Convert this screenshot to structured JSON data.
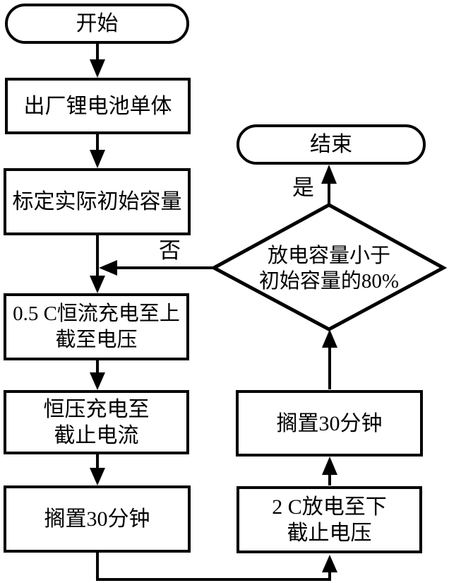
{
  "colors": {
    "ink": "#000000",
    "background": "#ffffff"
  },
  "flowchart": {
    "start": {
      "label": "开始"
    },
    "end": {
      "label": "结束"
    },
    "factory_cell": {
      "label": "出厂锂电池单体"
    },
    "calibrate": {
      "label": "标定实际初始容量"
    },
    "cc_charge": {
      "line1": "0.5 C恒流充电至上",
      "line2": "截至电压"
    },
    "cv_charge": {
      "line1": "恒压充电至",
      "line2": "截止电流"
    },
    "rest_left": {
      "label": "搁置30分钟"
    },
    "discharge": {
      "line1": "2 C放电至下",
      "line2": "截止电压"
    },
    "rest_right": {
      "label": "搁置30分钟"
    },
    "decision": {
      "line1": "放电容量小于",
      "line2": "初始容量的80%"
    },
    "branch_labels": {
      "yes": "是",
      "no": "否"
    }
  }
}
